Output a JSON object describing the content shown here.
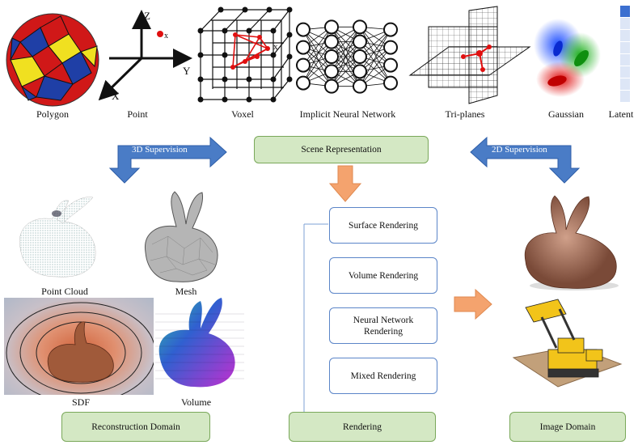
{
  "representations": {
    "polygon": "Polygon",
    "point": "Point",
    "voxel": "Voxel",
    "implicit": "Implicit Neural Network",
    "triplanes": "Tri-planes",
    "gaussian": "Gaussian",
    "latent": "Latent"
  },
  "point_axes": {
    "z": "Z",
    "y": "Y",
    "x": "X",
    "point": "x"
  },
  "voxel_point": "x",
  "arrows": {
    "supervision_3d": "3D Supervision",
    "supervision_2d": "2D Supervision"
  },
  "boxes": {
    "scene_representation": "Scene Representation",
    "reconstruction_domain": "Reconstruction Domain",
    "rendering": "Rendering",
    "image_domain": "Image Domain"
  },
  "rendering_methods": {
    "surface": "Surface Rendering",
    "volume": "Volume Rendering",
    "neural_line1": "Neural Network",
    "neural_line2": "Rendering",
    "mixed": "Mixed Rendering"
  },
  "reconstruction_items": {
    "point_cloud": "Point Cloud",
    "mesh": "Mesh",
    "sdf": "SDF",
    "volume": "Volume"
  },
  "colors": {
    "arrow_blue": "#4a7cc6",
    "arrow_orange": "#f4a36e",
    "green_box": "#d4e8c4",
    "latent_blue": "#3b6fd0"
  }
}
